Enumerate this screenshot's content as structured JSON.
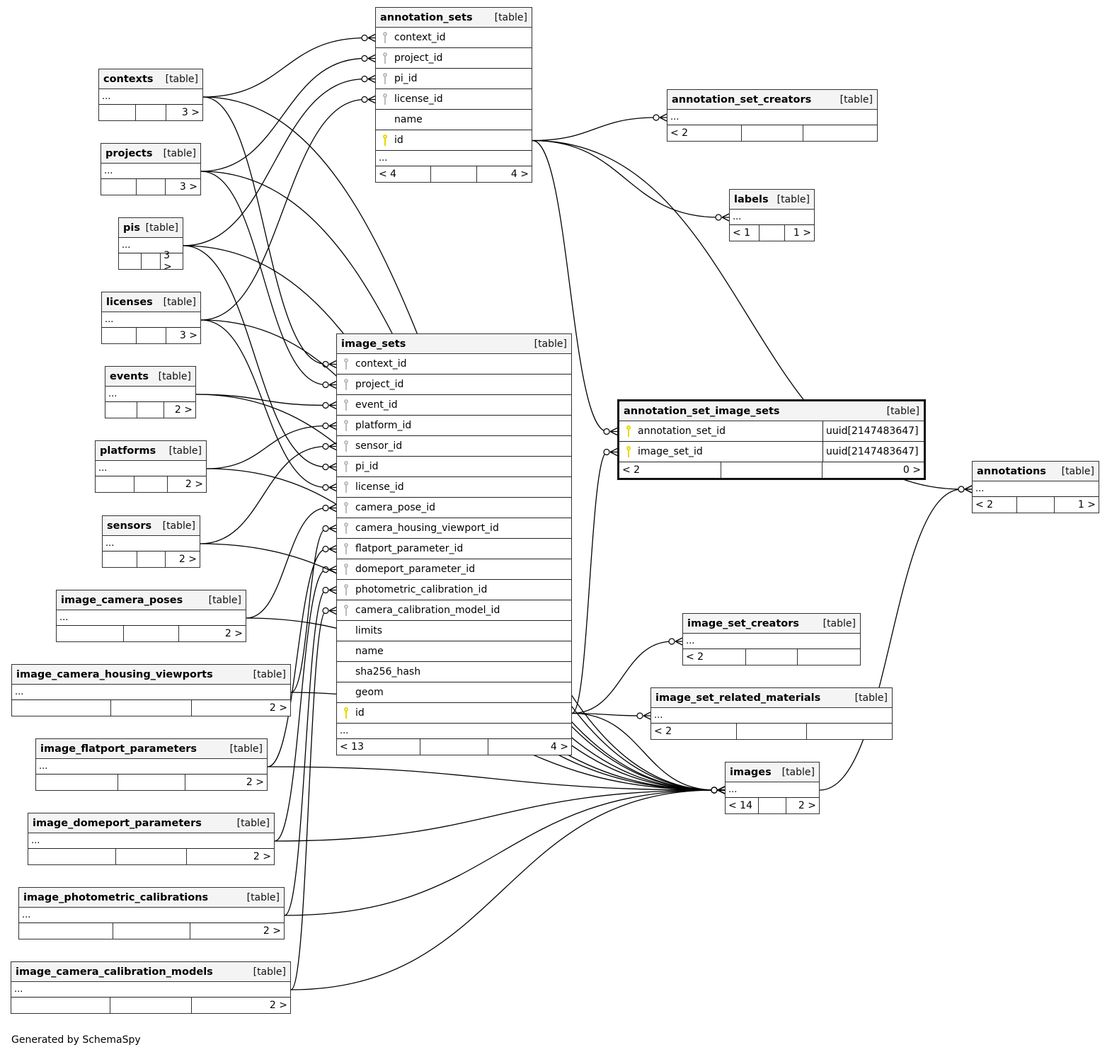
{
  "caption": "Generated by SchemaSpy",
  "key_colors": {
    "primary_key": "#e6d800",
    "foreign_key": "#bbbbbb"
  },
  "tables": {
    "annotation_sets": {
      "name": "annotation_sets",
      "tag": "[table]",
      "columns": [
        {
          "name": "context_id",
          "key": "fk"
        },
        {
          "name": "project_id",
          "key": "fk"
        },
        {
          "name": "pi_id",
          "key": "fk"
        },
        {
          "name": "license_id",
          "key": "fk"
        },
        {
          "name": "name",
          "key": ""
        },
        {
          "name": "id",
          "key": "pk"
        }
      ],
      "more": "...",
      "parents": "< 4",
      "middle": "",
      "children": "4 >"
    },
    "annotation_set_creators": {
      "name": "annotation_set_creators",
      "tag": "[table]",
      "more": "...",
      "parents": "< 2",
      "middle": "",
      "children": ""
    },
    "labels": {
      "name": "labels",
      "tag": "[table]",
      "more": "...",
      "parents": "< 1",
      "middle": "",
      "children": "1 >"
    },
    "contexts": {
      "name": "contexts",
      "tag": "[table]",
      "more": "...",
      "parents": "",
      "middle": "",
      "children": "3 >"
    },
    "projects": {
      "name": "projects",
      "tag": "[table]",
      "more": "...",
      "parents": "",
      "middle": "",
      "children": "3 >"
    },
    "pis": {
      "name": "pis",
      "tag": "[table]",
      "more": "...",
      "parents": "",
      "middle": "",
      "children": "3 >"
    },
    "licenses": {
      "name": "licenses",
      "tag": "[table]",
      "more": "...",
      "parents": "",
      "middle": "",
      "children": "3 >"
    },
    "events": {
      "name": "events",
      "tag": "[table]",
      "more": "...",
      "parents": "",
      "middle": "",
      "children": "2 >"
    },
    "platforms": {
      "name": "platforms",
      "tag": "[table]",
      "more": "...",
      "parents": "",
      "middle": "",
      "children": "2 >"
    },
    "sensors": {
      "name": "sensors",
      "tag": "[table]",
      "more": "...",
      "parents": "",
      "middle": "",
      "children": "2 >"
    },
    "image_camera_poses": {
      "name": "image_camera_poses",
      "tag": "[table]",
      "more": "...",
      "parents": "",
      "middle": "",
      "children": "2 >"
    },
    "image_camera_housing_viewports": {
      "name": "image_camera_housing_viewports",
      "tag": "[table]",
      "more": "...",
      "parents": "",
      "middle": "",
      "children": "2 >"
    },
    "image_flatport_parameters": {
      "name": "image_flatport_parameters",
      "tag": "[table]",
      "more": "...",
      "parents": "",
      "middle": "",
      "children": "2 >"
    },
    "image_domeport_parameters": {
      "name": "image_domeport_parameters",
      "tag": "[table]",
      "more": "...",
      "parents": "",
      "middle": "",
      "children": "2 >"
    },
    "image_photometric_calibrations": {
      "name": "image_photometric_calibrations",
      "tag": "[table]",
      "more": "...",
      "parents": "",
      "middle": "",
      "children": "2 >"
    },
    "image_camera_calibration_models": {
      "name": "image_camera_calibration_models",
      "tag": "[table]",
      "more": "...",
      "parents": "",
      "middle": "",
      "children": "2 >"
    },
    "image_sets": {
      "name": "image_sets",
      "tag": "[table]",
      "columns": [
        {
          "name": "context_id",
          "key": "fk"
        },
        {
          "name": "project_id",
          "key": "fk"
        },
        {
          "name": "event_id",
          "key": "fk"
        },
        {
          "name": "platform_id",
          "key": "fk"
        },
        {
          "name": "sensor_id",
          "key": "fk"
        },
        {
          "name": "pi_id",
          "key": "fk"
        },
        {
          "name": "license_id",
          "key": "fk"
        },
        {
          "name": "camera_pose_id",
          "key": "fk"
        },
        {
          "name": "camera_housing_viewport_id",
          "key": "fk"
        },
        {
          "name": "flatport_parameter_id",
          "key": "fk"
        },
        {
          "name": "domeport_parameter_id",
          "key": "fk"
        },
        {
          "name": "photometric_calibration_id",
          "key": "fk"
        },
        {
          "name": "camera_calibration_model_id",
          "key": "fk"
        },
        {
          "name": "limits",
          "key": ""
        },
        {
          "name": "name",
          "key": ""
        },
        {
          "name": "sha256_hash",
          "key": ""
        },
        {
          "name": "geom",
          "key": ""
        },
        {
          "name": "id",
          "key": "pk"
        }
      ],
      "more": "...",
      "parents": "< 13",
      "middle": "",
      "children": "4 >"
    },
    "annotation_set_image_sets": {
      "name": "annotation_set_image_sets",
      "tag": "[table]",
      "columns": [
        {
          "name": "annotation_set_id",
          "key": "pk",
          "type": "uuid[2147483647]"
        },
        {
          "name": "image_set_id",
          "key": "pk",
          "type": "uuid[2147483647]"
        }
      ],
      "parents": "< 2",
      "middle": "",
      "children": "0 >"
    },
    "annotations": {
      "name": "annotations",
      "tag": "[table]",
      "more": "...",
      "parents": "< 2",
      "middle": "",
      "children": "1 >"
    },
    "image_set_creators": {
      "name": "image_set_creators",
      "tag": "[table]",
      "more": "...",
      "parents": "< 2",
      "middle": "",
      "children": ""
    },
    "image_set_related_materials": {
      "name": "image_set_related_materials",
      "tag": "[table]",
      "more": "...",
      "parents": "< 2",
      "middle": "",
      "children": ""
    },
    "images": {
      "name": "images",
      "tag": "[table]",
      "more": "...",
      "parents": "< 14",
      "middle": "",
      "children": "2 >"
    }
  },
  "relationships": [
    {
      "from": "contexts",
      "to": "annotation_sets.context_id"
    },
    {
      "from": "projects",
      "to": "annotation_sets.project_id"
    },
    {
      "from": "pis",
      "to": "annotation_sets.pi_id"
    },
    {
      "from": "licenses",
      "to": "annotation_sets.license_id"
    },
    {
      "from": "annotation_sets.id",
      "to": "annotation_set_creators"
    },
    {
      "from": "annotation_sets.id",
      "to": "labels"
    },
    {
      "from": "annotation_sets.id",
      "to": "annotations"
    },
    {
      "from": "annotation_sets.id",
      "to": "annotation_set_image_sets.annotation_set_id"
    },
    {
      "from": "contexts",
      "to": "image_sets.context_id"
    },
    {
      "from": "projects",
      "to": "image_sets.project_id"
    },
    {
      "from": "events",
      "to": "image_sets.event_id"
    },
    {
      "from": "platforms",
      "to": "image_sets.platform_id"
    },
    {
      "from": "sensors",
      "to": "image_sets.sensor_id"
    },
    {
      "from": "pis",
      "to": "image_sets.pi_id"
    },
    {
      "from": "licenses",
      "to": "image_sets.license_id"
    },
    {
      "from": "image_camera_poses",
      "to": "image_sets.camera_pose_id"
    },
    {
      "from": "image_camera_housing_viewports",
      "to": "image_sets.camera_housing_viewport_id"
    },
    {
      "from": "image_flatport_parameters",
      "to": "image_sets.flatport_parameter_id"
    },
    {
      "from": "image_domeport_parameters",
      "to": "image_sets.domeport_parameter_id"
    },
    {
      "from": "image_photometric_calibrations",
      "to": "image_sets.photometric_calibration_id"
    },
    {
      "from": "image_camera_calibration_models",
      "to": "image_sets.camera_calibration_model_id"
    },
    {
      "from": "image_sets.id",
      "to": "annotation_set_image_sets.image_set_id"
    },
    {
      "from": "image_sets.id",
      "to": "image_set_creators"
    },
    {
      "from": "image_sets.id",
      "to": "image_set_related_materials"
    },
    {
      "from": "image_sets.id",
      "to": "images"
    },
    {
      "from": "images",
      "to": "annotations"
    },
    {
      "from": "contexts",
      "to": "images"
    },
    {
      "from": "projects",
      "to": "images"
    },
    {
      "from": "pis",
      "to": "images"
    },
    {
      "from": "licenses",
      "to": "images"
    },
    {
      "from": "events",
      "to": "images"
    },
    {
      "from": "platforms",
      "to": "images"
    },
    {
      "from": "sensors",
      "to": "images"
    },
    {
      "from": "image_camera_poses",
      "to": "images"
    },
    {
      "from": "image_camera_housing_viewports",
      "to": "images"
    },
    {
      "from": "image_flatport_parameters",
      "to": "images"
    },
    {
      "from": "image_domeport_parameters",
      "to": "images"
    },
    {
      "from": "image_photometric_calibrations",
      "to": "images"
    },
    {
      "from": "image_camera_calibration_models",
      "to": "images"
    }
  ]
}
